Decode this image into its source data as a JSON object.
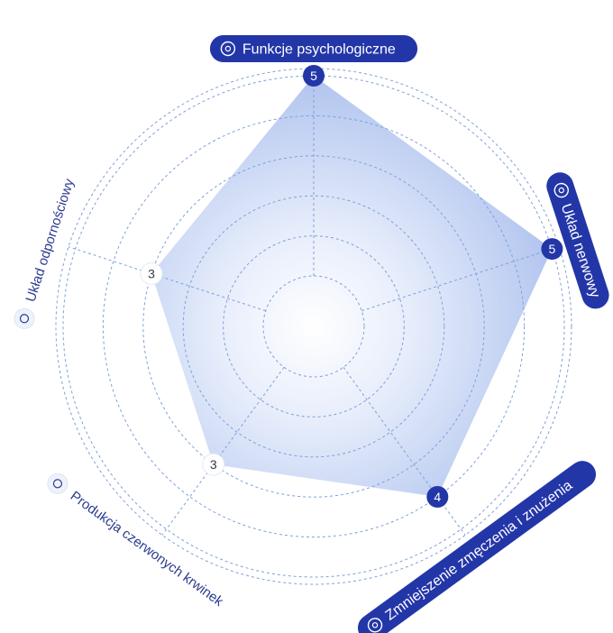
{
  "chart_data": {
    "type": "radar",
    "max": 5,
    "min": 0,
    "rings": 5,
    "axes": [
      {
        "label": "Funkcje psychologiczne",
        "value": 5,
        "highlight": true,
        "icon": "brain-gear-icon"
      },
      {
        "label": "Układ nerwowy",
        "value": 5,
        "highlight": true,
        "icon": "nervous-system-icon"
      },
      {
        "label": "Zmniejszenie zmęczenia i znużenia",
        "value": 4,
        "highlight": true,
        "icon": "eye-icon"
      },
      {
        "label": "Produkcja czerwonych krwinek",
        "value": 3,
        "highlight": false,
        "icon": "blood-cells-icon"
      },
      {
        "label": "Układ odpornościowy",
        "value": 3,
        "highlight": false,
        "icon": "shield-virus-icon"
      }
    ]
  },
  "colors": {
    "accent": "#2336a8",
    "grid": "#7ea0da",
    "area_outer": "#b4c6ef",
    "area_inner": "#ffffff",
    "muted_text": "#2a3a8f"
  }
}
